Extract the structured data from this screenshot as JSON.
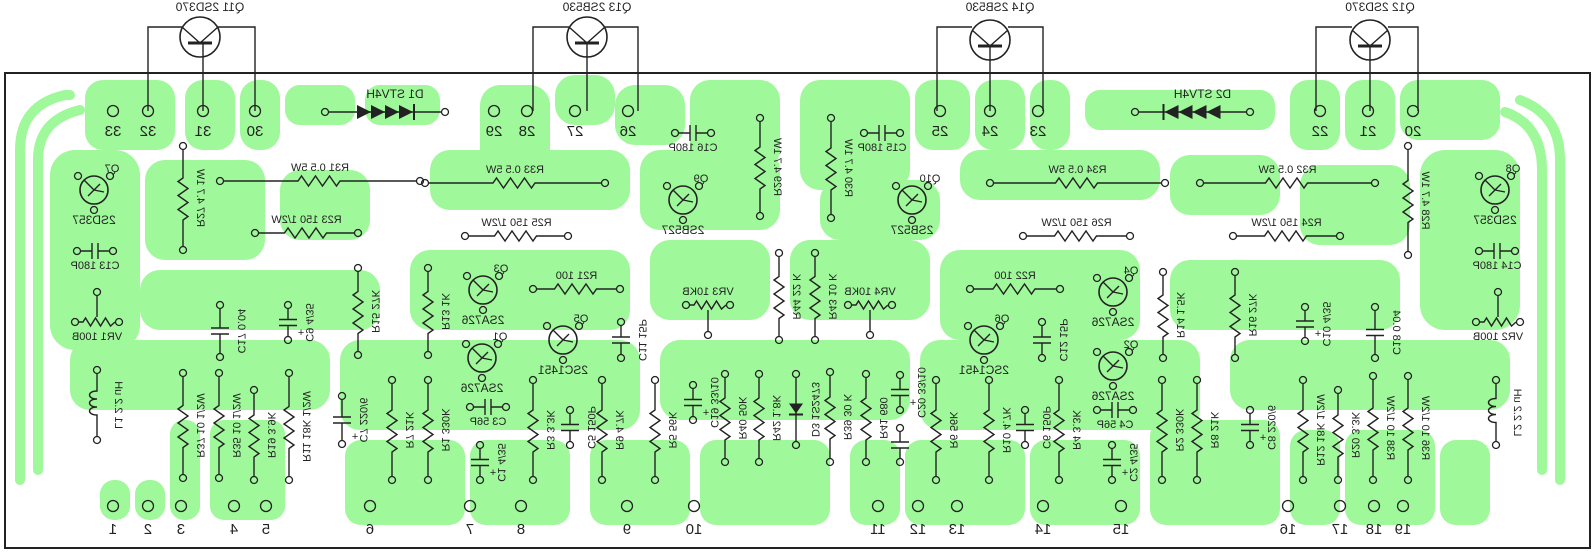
{
  "diagram": {
    "title": "Power amplifier PCB layout (component side, mirrored view)",
    "colors": {
      "copper": "#9ff89a",
      "ink": "#222222",
      "background": "#ffffff"
    },
    "mirrored_text": true,
    "off_board_transistors": [
      {
        "ref": "Q11",
        "label": "Q11 2SD370",
        "pins": [
          "32",
          "31",
          "30"
        ]
      },
      {
        "ref": "Q13",
        "label": "Q13 2SB530",
        "pins": [
          "28",
          "27",
          "26"
        ]
      },
      {
        "ref": "Q14",
        "label": "Q14 2SB530",
        "pins": [
          "25",
          "24",
          "23"
        ]
      },
      {
        "ref": "Q12",
        "label": "Q12 2SD370",
        "pins": [
          "22",
          "21",
          "20"
        ]
      }
    ],
    "top_terminals": [
      "33",
      "32",
      "31",
      "30",
      "29",
      "28",
      "27",
      "26",
      "25",
      "24",
      "23",
      "22",
      "21",
      "20"
    ],
    "bottom_terminals": [
      "1",
      "2",
      "3",
      "4",
      "5",
      "6",
      "7",
      "8",
      "9",
      "10",
      "11",
      "12",
      "13",
      "14",
      "15",
      "16",
      "17",
      "18",
      "19"
    ],
    "diodes": [
      {
        "ref": "D1",
        "label": "D1 STV4H"
      },
      {
        "ref": "D2",
        "label": "D2 STV4H"
      },
      {
        "ref": "D3",
        "label": "D3 1S2473"
      }
    ],
    "transistors": [
      {
        "ref": "Q7",
        "label": "Q7",
        "type": "2SD357"
      },
      {
        "ref": "Q8",
        "label": "Q8",
        "type": "2SD357"
      },
      {
        "ref": "Q9",
        "label": "Q9",
        "type": "2SB527"
      },
      {
        "ref": "Q10",
        "label": "Q10",
        "type": "2SB527"
      },
      {
        "ref": "Q1",
        "label": "Q1",
        "type": "2SA726"
      },
      {
        "ref": "Q2",
        "label": "Q2",
        "type": "2SA726"
      },
      {
        "ref": "Q3",
        "label": "Q3",
        "type": "2SA726"
      },
      {
        "ref": "Q4",
        "label": "Q4",
        "type": "2SA726"
      },
      {
        "ref": "Q5",
        "label": "Q5",
        "type": "2SC1451"
      },
      {
        "ref": "Q6",
        "label": "Q6",
        "type": "2SC1451"
      }
    ],
    "resistors": [
      {
        "ref": "R31",
        "label": "R31 0.5 5W"
      },
      {
        "ref": "R33",
        "label": "R33 0.5 5W"
      },
      {
        "ref": "R34",
        "label": "R34 0.5 5W"
      },
      {
        "ref": "R32",
        "label": "R32 0.5 5W"
      },
      {
        "ref": "R23",
        "label": "R23 150 1/2W"
      },
      {
        "ref": "R25",
        "label": "R25 150 1/2W"
      },
      {
        "ref": "R26",
        "label": "R26 150 1/2W"
      },
      {
        "ref": "R24",
        "label": "R24 150 1/2W"
      },
      {
        "ref": "R27",
        "label": "R27 4.7 1W"
      },
      {
        "ref": "R29",
        "label": "R29 4.7 1W"
      },
      {
        "ref": "R30",
        "label": "R30 4.7 1W"
      },
      {
        "ref": "R28",
        "label": "R28 4.7 1W"
      },
      {
        "ref": "R21",
        "label": "R21 100"
      },
      {
        "ref": "R22",
        "label": "R22 100"
      },
      {
        "ref": "R15",
        "label": "R15 27K"
      },
      {
        "ref": "R16",
        "label": "R16 27K"
      },
      {
        "ref": "R13",
        "label": "R13 1K"
      },
      {
        "ref": "R14",
        "label": "R14 1.5K"
      },
      {
        "ref": "R44",
        "label": "R44 22 K"
      },
      {
        "ref": "R43",
        "label": "R43 10 K"
      },
      {
        "ref": "R37",
        "label": "R37 10 1/2W"
      },
      {
        "ref": "R35",
        "label": "R35 10 1/2W"
      },
      {
        "ref": "R19",
        "label": "R19 3.9K"
      },
      {
        "ref": "R11",
        "label": "R11 18K 1/2W"
      },
      {
        "ref": "R7",
        "label": "R7 21K"
      },
      {
        "ref": "R1",
        "label": "R1 330K"
      },
      {
        "ref": "R3",
        "label": "R3 3.3K"
      },
      {
        "ref": "R9",
        "label": "R9 4.7K"
      },
      {
        "ref": "R5",
        "label": "R5 56K"
      },
      {
        "ref": "R40",
        "label": "R40 50K"
      },
      {
        "ref": "R42",
        "label": "R42 1.8K"
      },
      {
        "ref": "R39",
        "label": "R39 30 K"
      },
      {
        "ref": "R41",
        "label": "R41 680"
      },
      {
        "ref": "R6",
        "label": "R6 56K"
      },
      {
        "ref": "R10",
        "label": "R10 4.7K"
      },
      {
        "ref": "R4",
        "label": "R4 3.3K"
      },
      {
        "ref": "R2",
        "label": "R2 330K"
      },
      {
        "ref": "R8",
        "label": "R8 21K"
      },
      {
        "ref": "R12",
        "label": "R12 18K 1/2W"
      },
      {
        "ref": "R20",
        "label": "R20 3.3K"
      },
      {
        "ref": "R38",
        "label": "R38 10 1/2W"
      },
      {
        "ref": "R36",
        "label": "R36 10 1/2W"
      }
    ],
    "capacitors": [
      {
        "ref": "C13",
        "label": "C13 180P"
      },
      {
        "ref": "C14",
        "label": "C14 180P"
      },
      {
        "ref": "C15",
        "label": "C15 180P"
      },
      {
        "ref": "C16",
        "label": "C16 180P"
      },
      {
        "ref": "C17",
        "label": "C17 0.04"
      },
      {
        "ref": "C18",
        "label": "C18 0.04"
      },
      {
        "ref": "C9",
        "label": "C9 4/35"
      },
      {
        "ref": "C10",
        "label": "C10 4/35"
      },
      {
        "ref": "C11",
        "label": "C11 15P"
      },
      {
        "ref": "C12",
        "label": "C12 15P"
      },
      {
        "ref": "C19",
        "label": "C19 33/10"
      },
      {
        "ref": "C20",
        "label": "C20 33/10"
      },
      {
        "ref": "C7",
        "label": "C7 220/6"
      },
      {
        "ref": "C8",
        "label": "C8 220/6"
      },
      {
        "ref": "C3",
        "label": "C3 56P"
      },
      {
        "ref": "C4",
        "label": "C4 56P"
      },
      {
        "ref": "C1",
        "label": "C1 4/35"
      },
      {
        "ref": "C2",
        "label": "C2 4/35"
      },
      {
        "ref": "C5",
        "label": "C5 150P"
      },
      {
        "ref": "C6",
        "label": "C6 150P"
      }
    ],
    "variable_resistors": [
      {
        "ref": "VR1",
        "label": "VR1 100B"
      },
      {
        "ref": "VR2",
        "label": "VR2 100B"
      },
      {
        "ref": "VR3",
        "label": "VR3 10KB"
      },
      {
        "ref": "VR4",
        "label": "VR4 10KB"
      }
    ],
    "inductors": [
      {
        "ref": "L1",
        "label": "L1 2.2 uH"
      },
      {
        "ref": "L2",
        "label": "L2 2.2 uH"
      }
    ]
  }
}
